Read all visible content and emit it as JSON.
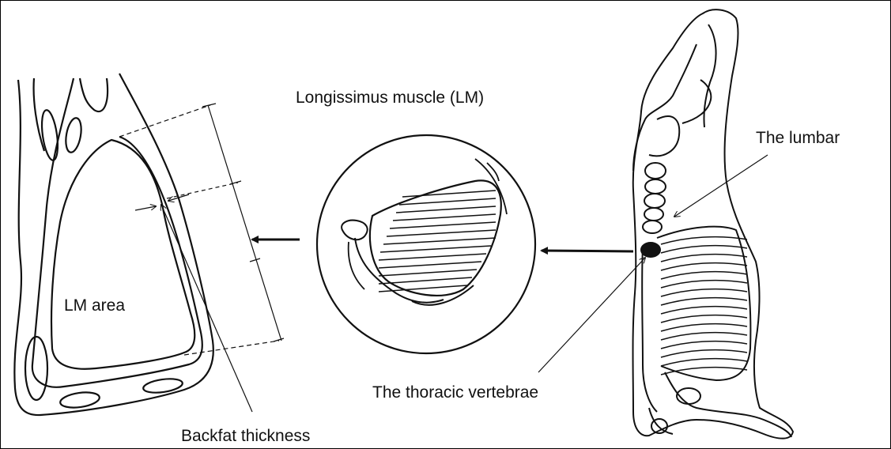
{
  "labels": {
    "lm": "Longissimus muscle (LM)",
    "lumbar": "The lumbar",
    "lm_area": "LM area",
    "thoracic": "The thoracic vertebrae",
    "backfat": "Backfat thickness"
  },
  "colors": {
    "ink": "#111111",
    "background": "#ffffff",
    "frame": "#000000"
  }
}
